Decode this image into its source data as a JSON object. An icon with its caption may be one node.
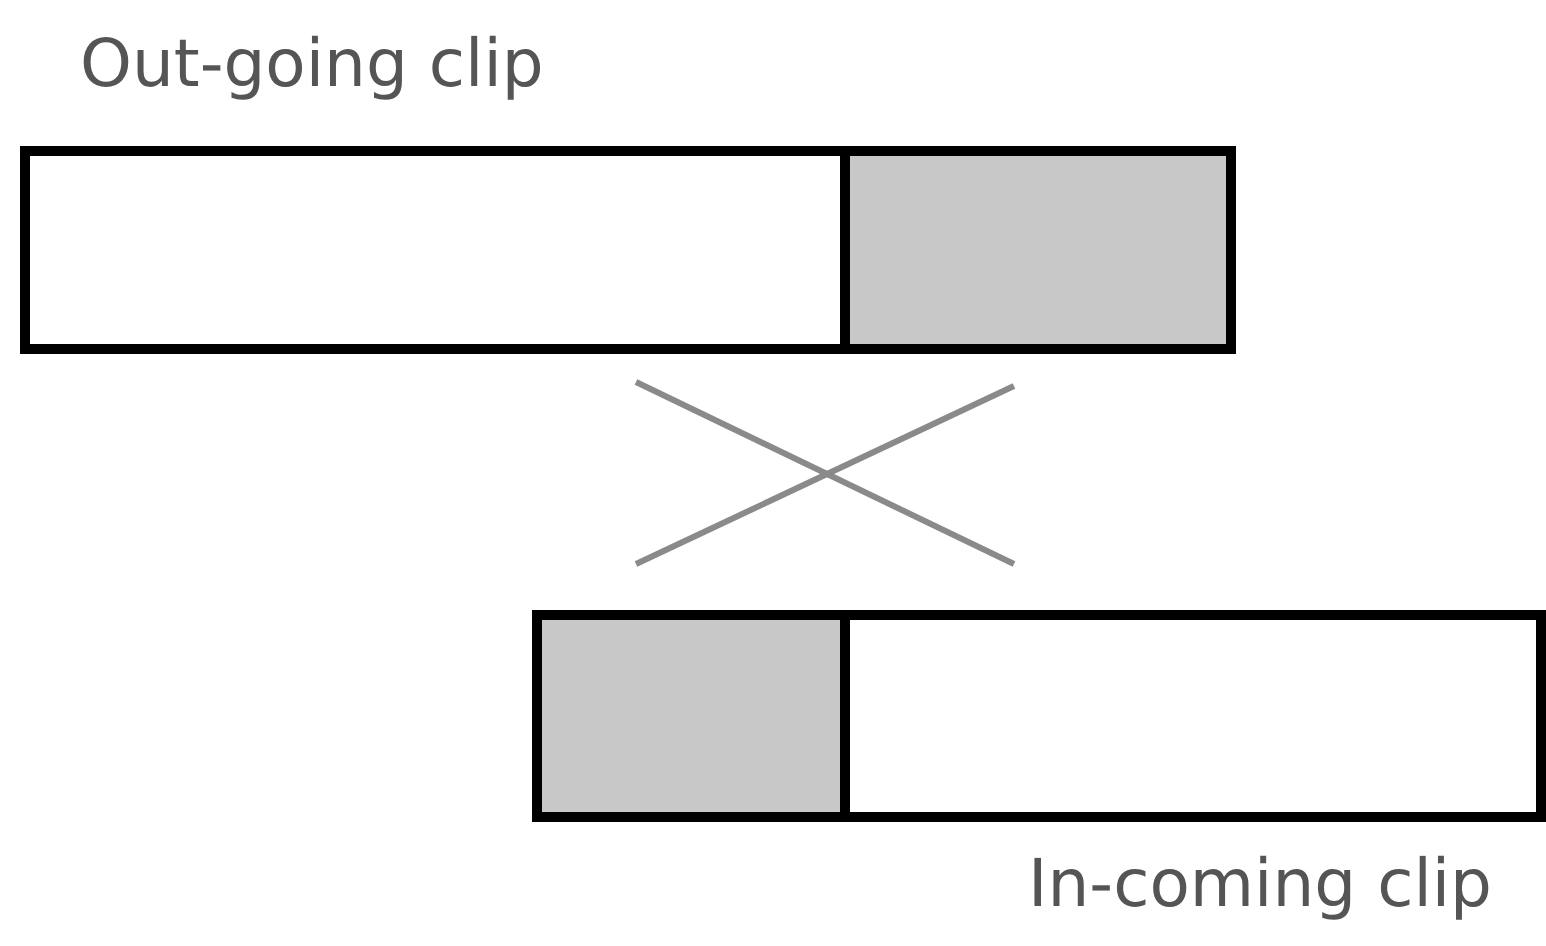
{
  "diagram": {
    "nodes": [
      {
        "text": [
          "Out-going clip"
        ]
      },
      {
        "text": [],
        "shape": "box",
        "in": 0
      },
      {
        "text": [
          "In-coming clip"
        ]
      },
      {
        "text": [],
        "shape": "box",
        "in": 2
      }
    ]
  }
}
